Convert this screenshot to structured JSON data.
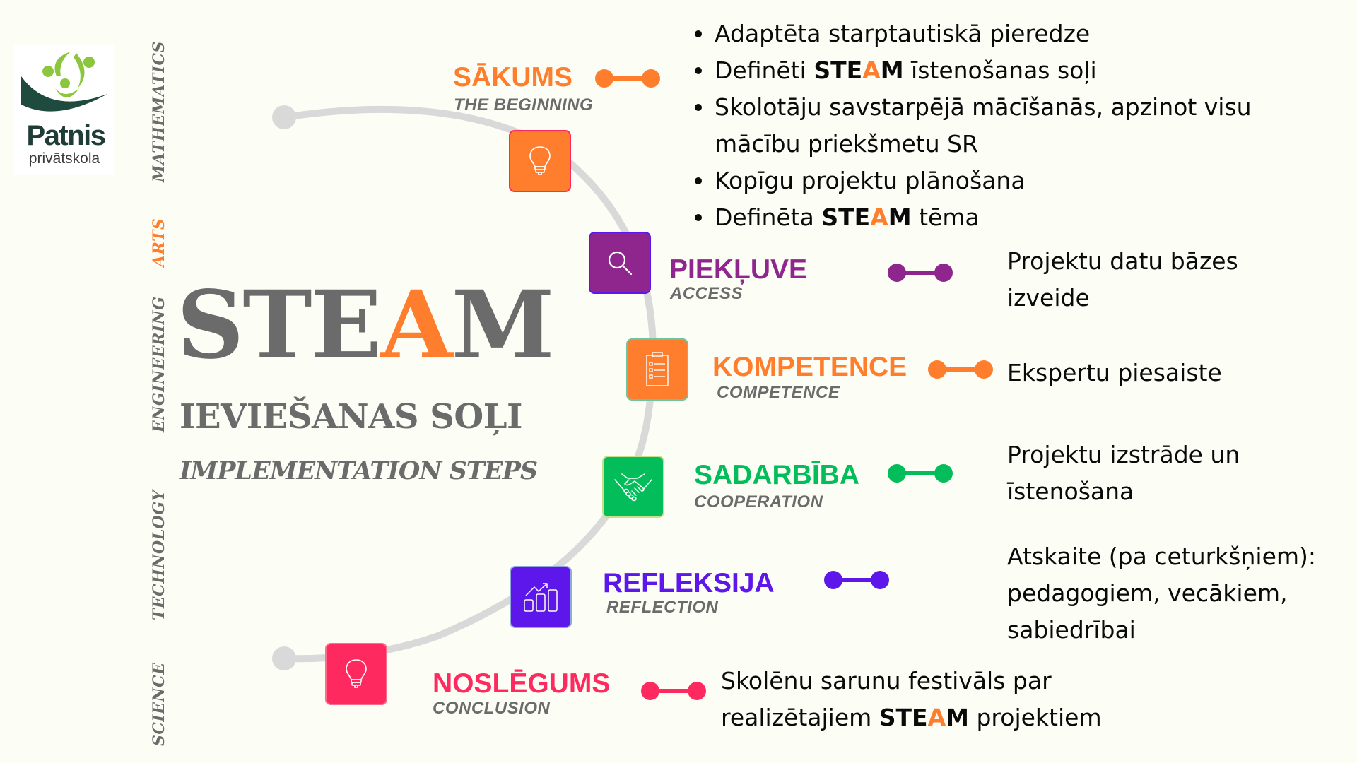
{
  "logo": {
    "name": "Patnis",
    "subtitle": "privātskola"
  },
  "subjects": [
    {
      "label": "MATHEMATICS",
      "accent": false
    },
    {
      "label": "ARTS",
      "accent": true
    },
    {
      "label": "ENGINEERING",
      "accent": false
    },
    {
      "label": "TECHNOLOGY",
      "accent": false
    },
    {
      "label": "SCIENCE",
      "accent": false
    }
  ],
  "title": {
    "steam_pre": "STE",
    "steam_accent": "A",
    "steam_post": "M",
    "subtitle_lv": "IEVIEŠANAS SOĻI",
    "subtitle_en": "IMPLEMENTATION STEPS"
  },
  "colors": {
    "orange": "#fe7e2e",
    "purple": "#8e268d",
    "green": "#03bd5b",
    "violet": "#5e17eb",
    "pink": "#fe2a5f",
    "gray_text": "#6b6b6b",
    "arc": "#d9d9d9",
    "background": "#fcfef5"
  },
  "steps": [
    {
      "title": "SĀKUMS",
      "subtitle": "THE BEGINNING",
      "icon": "lightbulb-icon",
      "color": "#fe7e2e",
      "description_bullets": [
        {
          "pre": "Adaptēta starptautiskā pieredze",
          "bold": "",
          "accent": "",
          "bold2": "",
          "post": ""
        },
        {
          "pre": "Definēti ",
          "bold": "STE",
          "accent": "A",
          "bold2": "M",
          "post": " īstenošanas soļi"
        },
        {
          "pre": "Skolotāju savstarpējā mācīšanās, apzinot visu mācību priekšmetu SR",
          "bold": "",
          "accent": "",
          "bold2": "",
          "post": ""
        },
        {
          "pre": "Kopīgu projektu plānošana",
          "bold": "",
          "accent": "",
          "bold2": "",
          "post": ""
        },
        {
          "pre": "Definēta ",
          "bold": "STE",
          "accent": "A",
          "bold2": "M",
          "post": " tēma"
        }
      ]
    },
    {
      "title": "PIEKĻUVE",
      "subtitle": "ACCESS",
      "icon": "search-icon",
      "color": "#8e268d",
      "description": "Projektu datu bāzes izveide"
    },
    {
      "title": "KOMPETENCE",
      "subtitle": "COMPETENCE",
      "icon": "clipboard-checklist-icon",
      "color": "#fe7e2e",
      "description": "Ekspertu piesaiste"
    },
    {
      "title": "SADARBĪBA",
      "subtitle": "COOPERATION",
      "icon": "handshake-icon",
      "color": "#03bd5b",
      "description": "Projektu izstrāde un īstenošana"
    },
    {
      "title": "REFLEKSIJA",
      "subtitle": "REFLECTION",
      "icon": "growth-chart-icon",
      "color": "#5e17eb",
      "description": "Atskaite (pa ceturkšņiem): pedagogiem, vecākiem, sabiedrībai"
    },
    {
      "title": "NOSLĒGUMS",
      "subtitle": "CONCLUSION",
      "icon": "lightbulb-icon",
      "color": "#fe2a5f",
      "description_pre": "Skolēnu sarunu festivāls par realizētajiem ",
      "description_bold": "STE",
      "description_accent": "A",
      "description_bold2": "M",
      "description_post": " projektiem"
    }
  ]
}
